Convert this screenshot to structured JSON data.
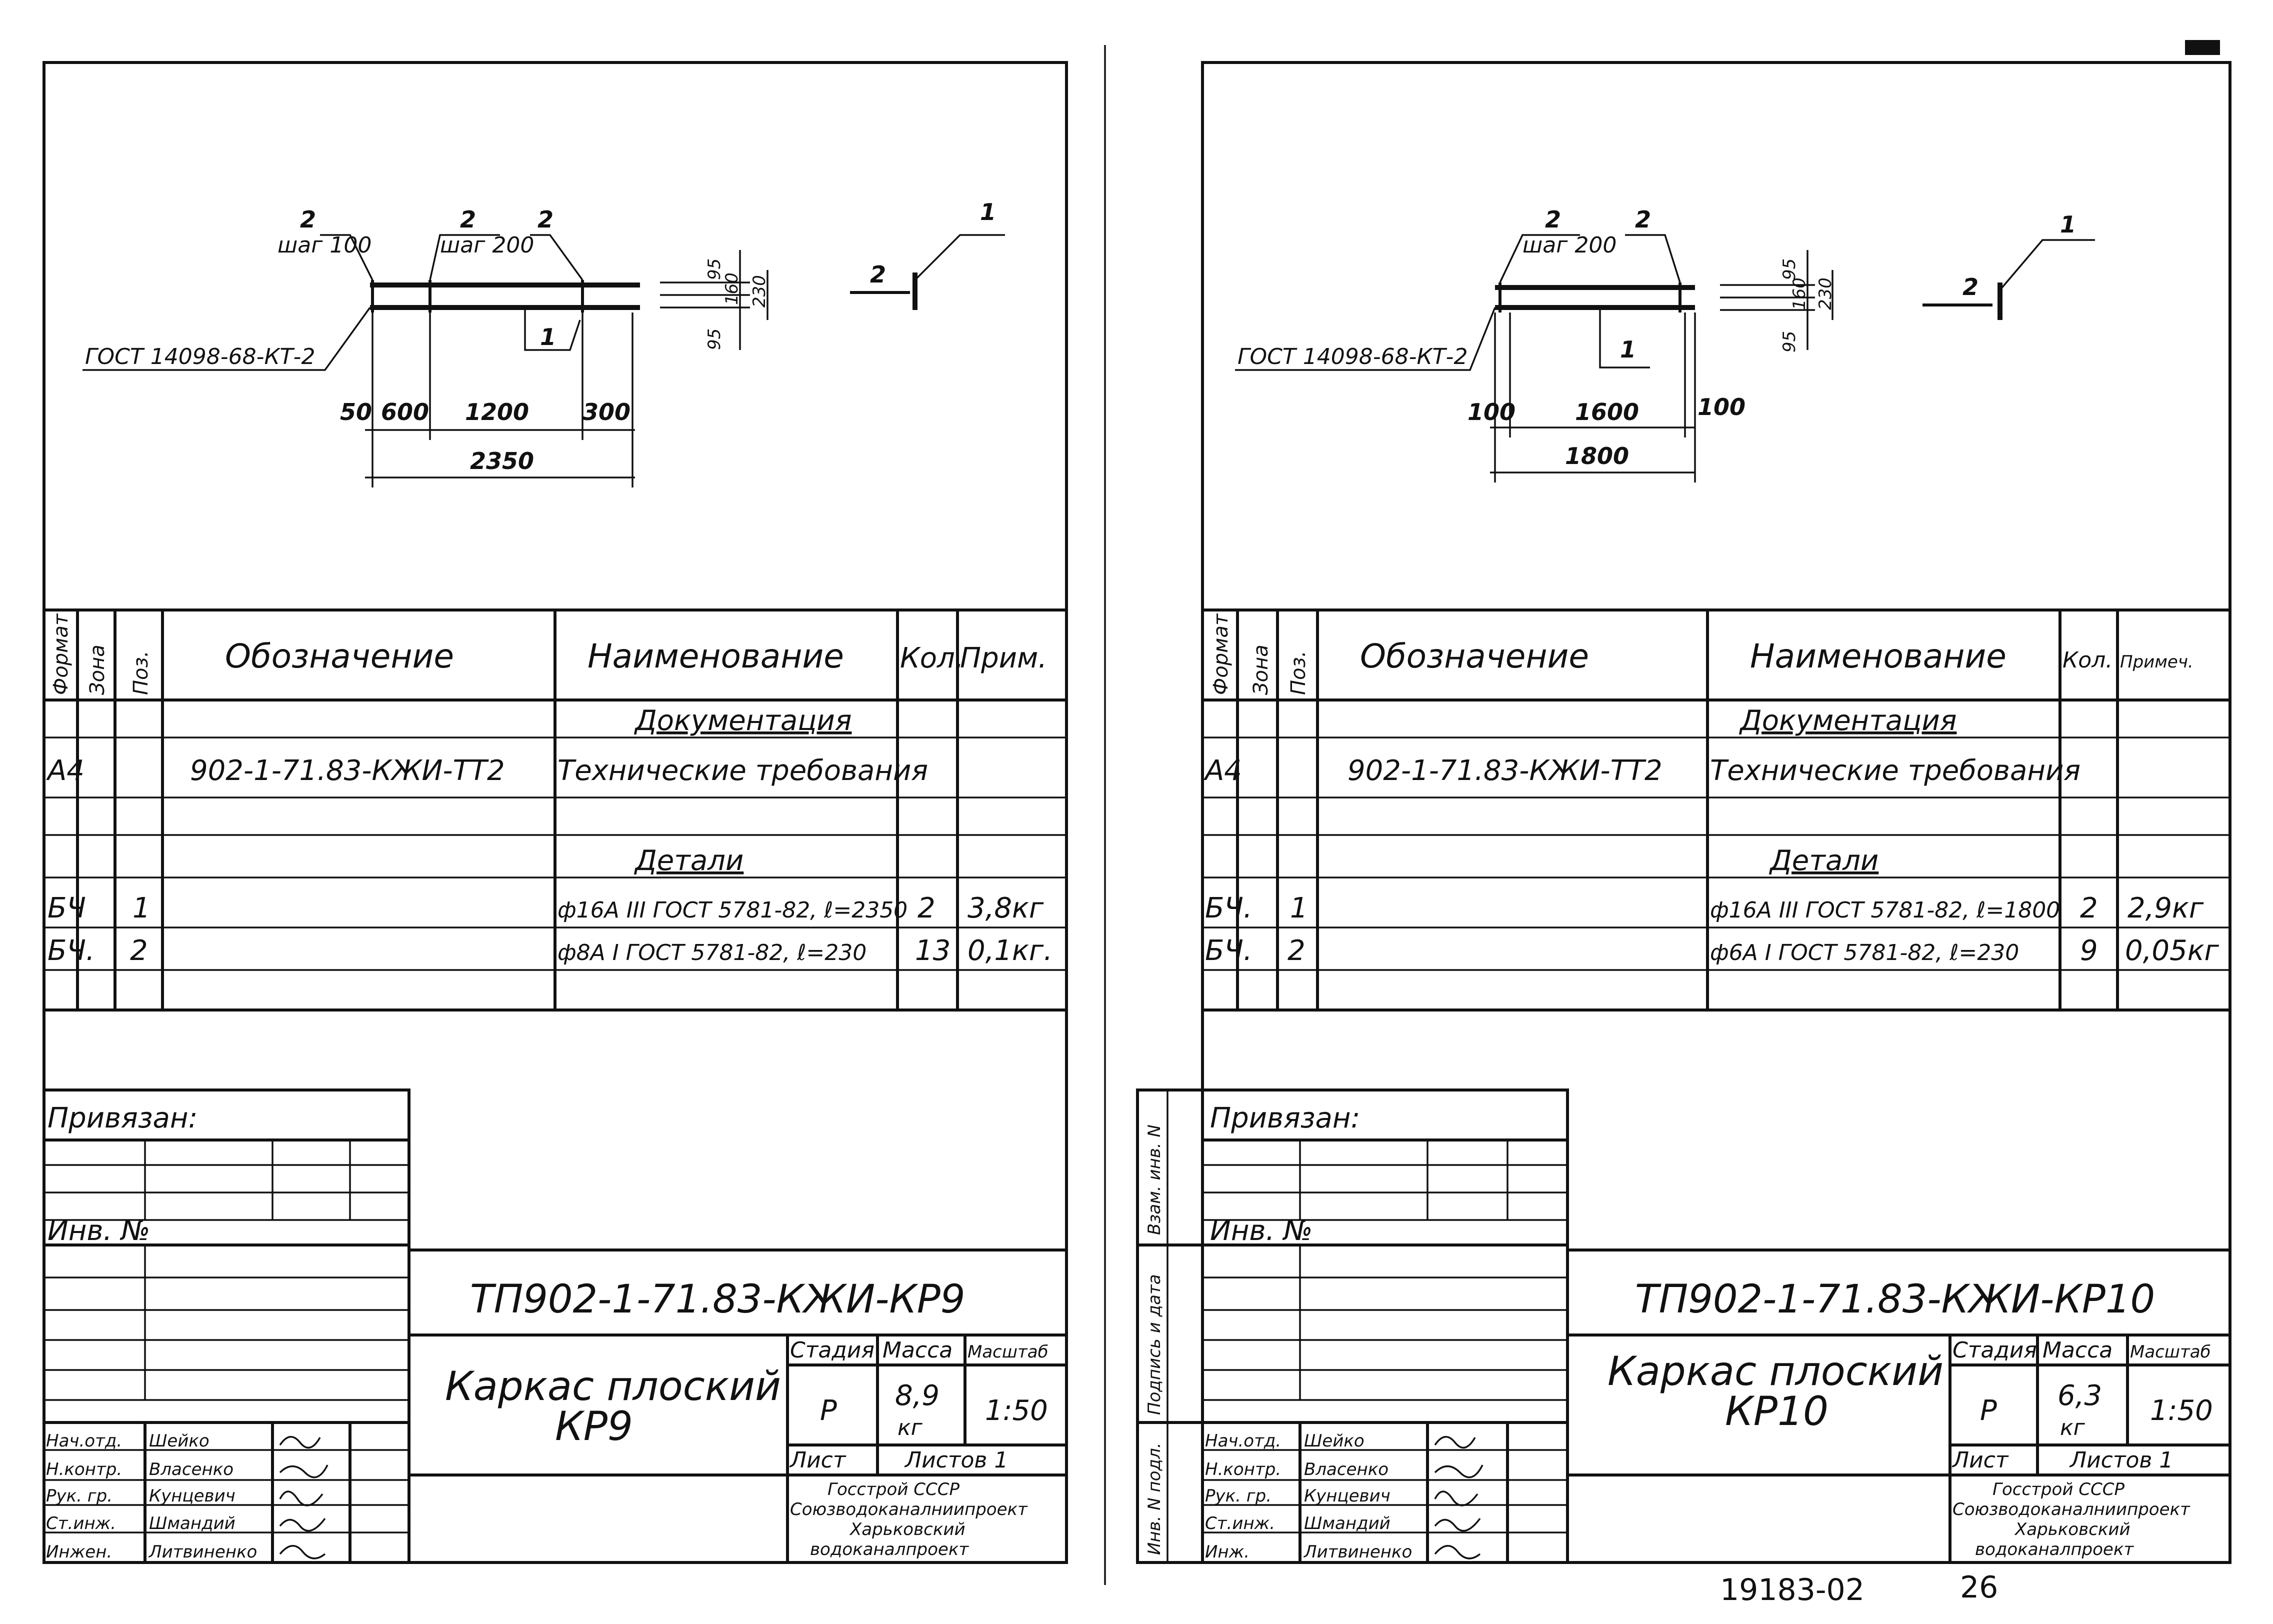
{
  "sheets": [
    {
      "drawing": {
        "pos_top_left": "2",
        "pitch_left": "шаг 100",
        "pos_top_mid": "2",
        "pitch_mid": "шаг 200",
        "pos_top_right": "2",
        "gost_label": "ГОСТ 14098-68-КТ-2",
        "pos_inner": "1",
        "dims_bottom": [
          "50",
          "600",
          "1200",
          "300"
        ],
        "dim_total": "2350",
        "section_dims": [
          "95",
          "160",
          "95",
          "230"
        ],
        "side_pos_1": "1",
        "side_pos_2": "2"
      },
      "spec": {
        "headers": [
          "Формат",
          "Зона",
          "Поз.",
          "Обозначение",
          "Наименование",
          "Кол.",
          "Прим."
        ],
        "section_docs": "Документация",
        "doc_row": {
          "format": "А4",
          "designation": "902-1-71.83-КЖИ-ТТ2",
          "name": "Технические требования"
        },
        "section_parts": "Детали",
        "rows": [
          {
            "format": "БЧ",
            "pos": "1",
            "name": "ф16А III ГОСТ 5781-82, ℓ=2350",
            "qty": "2",
            "note": "3,8кг"
          },
          {
            "format": "БЧ.",
            "pos": "2",
            "name": "ф8А I ГОСТ 5781-82, ℓ=230",
            "qty": "13",
            "note": "0,1кг."
          }
        ]
      },
      "stamp": {
        "bound_label": "Привязан:",
        "inv_label": "Инв. №",
        "doc_code": "ТП902-1-71.83-КЖИ-КР9",
        "title_line1": "Каркас плоский",
        "title_line2": "КР9",
        "stage_label": "Стадия",
        "mass_label": "Масса",
        "scale_label": "Масштаб",
        "stage": "Р",
        "mass": "8,9",
        "mass_unit": "кг",
        "scale": "1:50",
        "sheet_label": "Лист",
        "sheets_label": "Листов 1",
        "org_line1": "Госстрой СССР",
        "org_line2": "Союзводоканалниипроект",
        "org_line3": "Харьковский",
        "org_line4": "водоканалпроект",
        "roles": [
          "Нач.отд.",
          "Н.контр.",
          "Рук. гр.",
          "Ст.инж.",
          "Инжен."
        ],
        "names": [
          "Шейко",
          "Власенко",
          "Кунцевич",
          "Шмандий",
          "Литвиненко"
        ]
      }
    },
    {
      "drawing": {
        "pos_top_left": "2",
        "pitch_left": "шаг 200",
        "pos_top_right": "2",
        "gost_label": "ГОСТ 14098-68-КТ-2",
        "pos_inner": "1",
        "dims_bottom": [
          "100",
          "1600",
          "100"
        ],
        "dim_total": "1800",
        "section_dims": [
          "95",
          "160",
          "95",
          "230"
        ],
        "side_pos_1": "1",
        "side_pos_2": "2"
      },
      "spec": {
        "headers": [
          "Формат",
          "Зона",
          "Поз.",
          "Обозначение",
          "Наименование",
          "Кол.",
          "Примеч."
        ],
        "section_docs": "Документация",
        "doc_row": {
          "format": "А4",
          "designation": "902-1-71.83-КЖИ-ТТ2",
          "name": "Технические требования"
        },
        "section_parts": "Детали",
        "rows": [
          {
            "format": "БЧ.",
            "pos": "1",
            "name": "ф16А III ГОСТ 5781-82, ℓ=1800",
            "qty": "2",
            "note": "2,9кг"
          },
          {
            "format": "БЧ.",
            "pos": "2",
            "name": "ф6А I ГОСТ 5781-82, ℓ=230",
            "qty": "9",
            "note": "0,05кг"
          }
        ]
      },
      "stamp": {
        "bound_label": "Привязан:",
        "inv_label": "Инв. №",
        "doc_code": "ТП902-1-71.83-КЖИ-КР10",
        "title_line1": "Каркас плоский",
        "title_line2": "КР10",
        "stage_label": "Стадия",
        "mass_label": "Масса",
        "scale_label": "Масштаб",
        "stage": "Р",
        "mass": "6,3",
        "mass_unit": "кг",
        "scale": "1:50",
        "sheet_label": "Лист",
        "sheets_label": "Листов 1",
        "org_line1": "Госстрой СССР",
        "org_line2": "Союзводоканалниипроект",
        "org_line3": "Харьковский",
        "org_line4": "водоканалпроект",
        "roles": [
          "Нач.отд.",
          "Н.контр.",
          "Рук. гр.",
          "Ст.инж.",
          "Инж."
        ],
        "names": [
          "Шейко",
          "Власенко",
          "Кунцевич",
          "Шмандий",
          "Литвиненко"
        ],
        "margin_labels": [
          "Инв. N подл.",
          "Подпись и дата",
          "Взам. инв. N"
        ]
      }
    }
  ],
  "footer": {
    "archive_number": "19183-02",
    "page_number": "26"
  }
}
